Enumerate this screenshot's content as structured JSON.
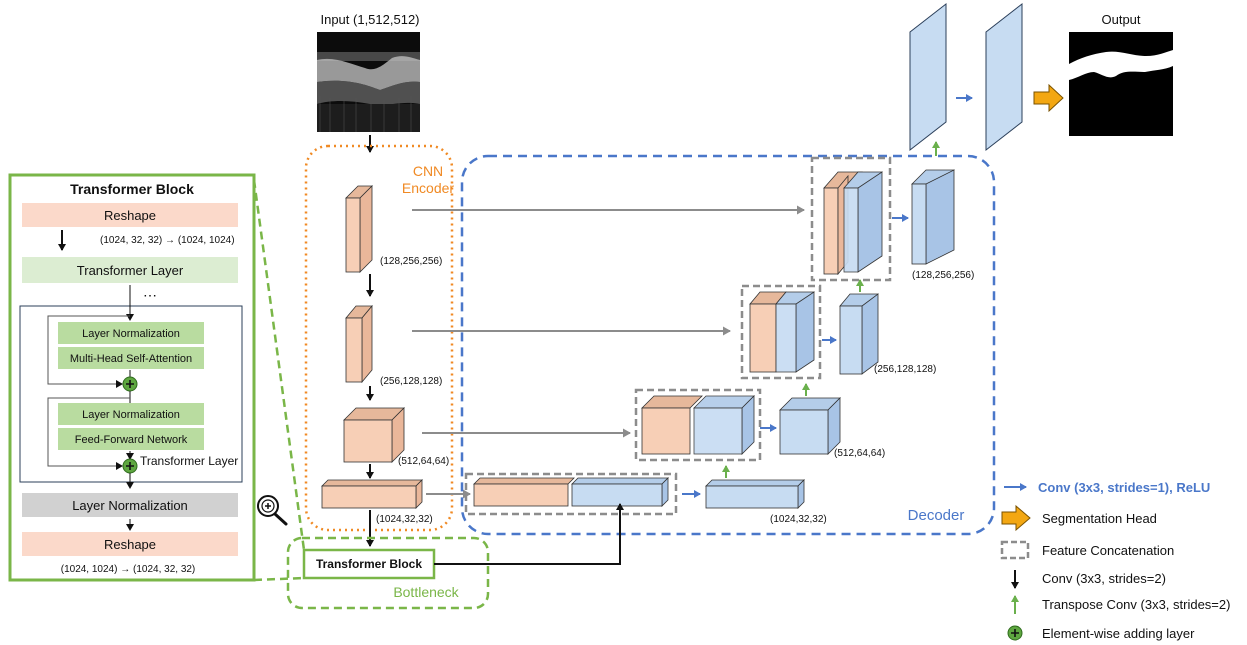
{
  "input": {
    "label": "Input (1,512,512)"
  },
  "output": {
    "label": "Output"
  },
  "encoder": {
    "title": "CNN\nEncoder",
    "title_line1": "CNN",
    "title_line2": "Encoder",
    "shapes": [
      "(128,256,256)",
      "(256,128,128)",
      "(512,64,64)",
      "(1024,32,32)"
    ]
  },
  "decoder": {
    "title": "Decoder",
    "shapes": [
      "(128,256,256)",
      "(256,128,128)",
      "(512,64,64)",
      "(1024,32,32)"
    ]
  },
  "bottleneck": {
    "title": "Bottleneck",
    "block_label": "Transformer Block"
  },
  "transformer_panel": {
    "title": "Transformer Block",
    "reshape_top": "Reshape",
    "reshape_top_shape": "(1024, 32, 32) → (1024, 1024)",
    "transformer_layer_label": "Transformer Layer",
    "ellipsis": "⋯",
    "ln1": "Layer Normalization",
    "mhsa": "Multi-Head Self-Attention",
    "ln2": "Layer Normalization",
    "ffn": "Feed-Forward Network",
    "inner_layer_caption": "Transformer Layer",
    "final_ln": "Layer Normalization",
    "reshape_bottom": "Reshape",
    "reshape_bottom_shape": "(1024, 1024) → (1024, 32, 32)"
  },
  "legend": {
    "items": [
      {
        "icon": "blue-arrow-icon",
        "label": "Conv (3x3, strides=1), ReLU",
        "color": "#4a77c9"
      },
      {
        "icon": "orange-block-arrow-icon",
        "label": "Segmentation Head",
        "color": "#f3a712"
      },
      {
        "icon": "dashed-box-icon",
        "label": "Feature Concatenation"
      },
      {
        "icon": "black-down-arrow-icon",
        "label": "Conv (3x3, strides=2)"
      },
      {
        "icon": "green-up-arrow-icon",
        "label": "Transpose Conv (3x3, strides=2)"
      },
      {
        "icon": "green-plus-circle-icon",
        "label": "Element-wise adding layer"
      }
    ]
  },
  "colors": {
    "encoder_fill": "#f7cfb6",
    "decoder_fill": "#c7dcf2",
    "encoder_border": "#f08a24",
    "decoder_border": "#4a77c9",
    "bottleneck_border": "#7ab648",
    "panel_border": "#7ab648",
    "transformer_fill": "#b9dca0"
  }
}
